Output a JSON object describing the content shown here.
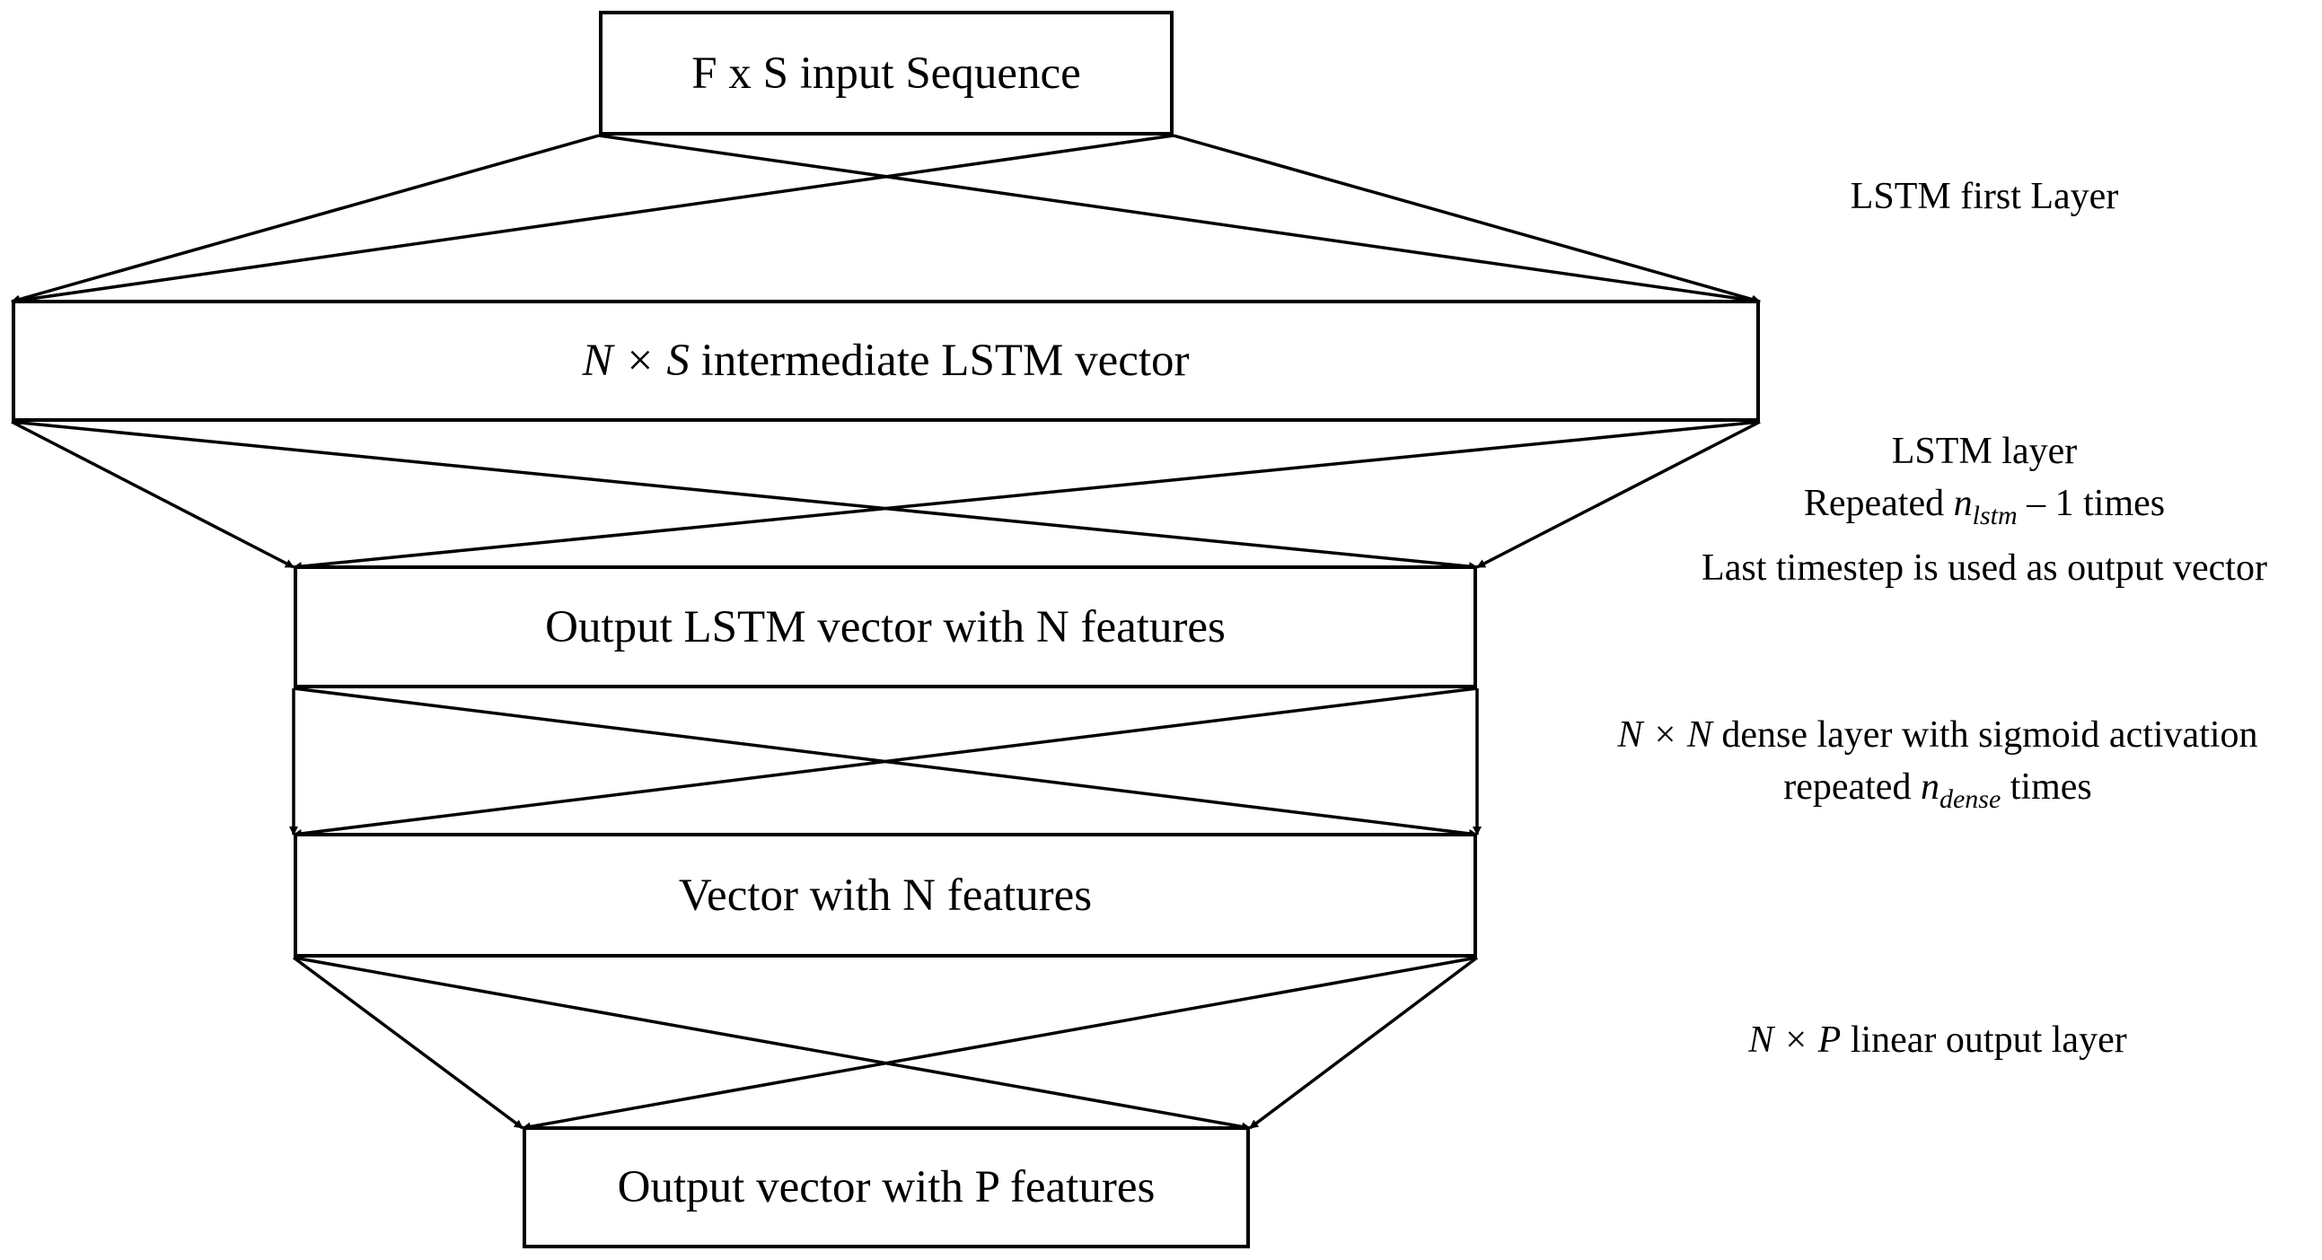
{
  "boxes": {
    "input": {
      "text": "F x S input Sequence"
    },
    "intermediate": {
      "math": "N × S",
      "text": " intermediate LSTM vector"
    },
    "lstm_output": {
      "text": "Output LSTM vector with N features"
    },
    "vector": {
      "text": "Vector with N features"
    },
    "final": {
      "text": "Output vector with P features"
    }
  },
  "annotations": {
    "lstm_first": {
      "text": "LSTM first Layer"
    },
    "lstm_layer": {
      "line1": "LSTM layer",
      "line2_prefix": "Repeated ",
      "line2_var": "n",
      "line2_sub": "lstm",
      "line2_suffix": " – 1 times",
      "line3": "Last timestep is used as output vector"
    },
    "dense": {
      "line1_math": "N × N",
      "line1_text": " dense layer with sigmoid activation",
      "line2_prefix": "repeated ",
      "line2_var": "n",
      "line2_sub": "dense",
      "line2_suffix": " times"
    },
    "linear": {
      "math": "N × P",
      "text": " linear output layer"
    }
  },
  "colors": {
    "stroke": "#000000",
    "background": "#ffffff"
  }
}
